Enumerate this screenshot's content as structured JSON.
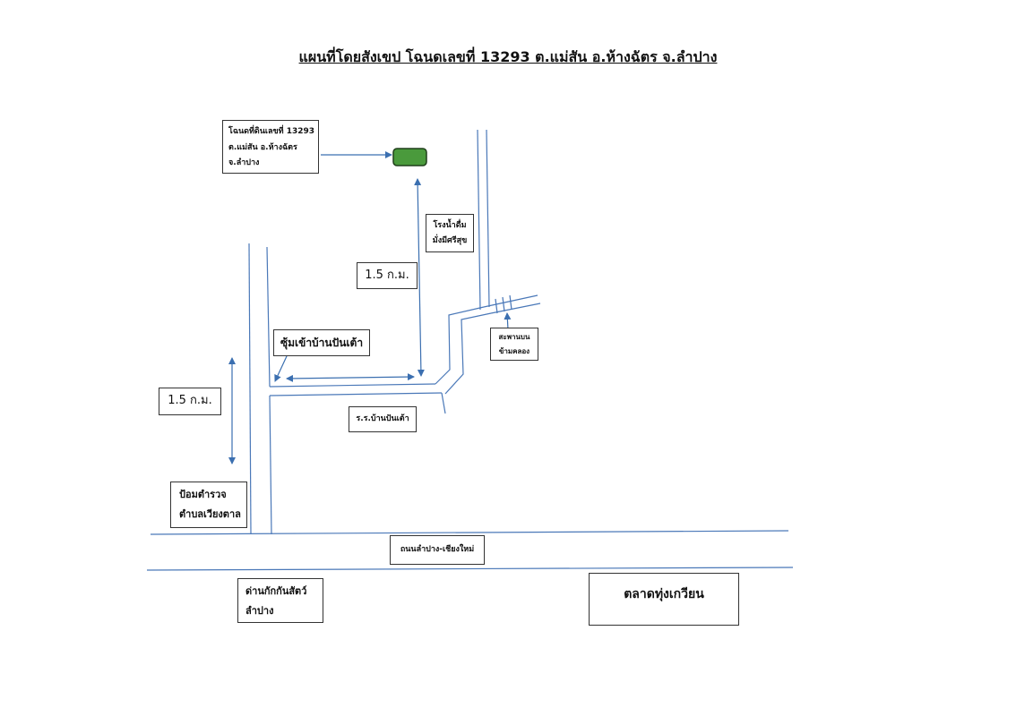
{
  "title": "แผนที่โดยสังเขป โฉนดเลขที่ 13293 ต.แม่สัน อ.ห้างฉัตร จ.ลำปาง",
  "colors": {
    "road": "#4a78b8",
    "arrow": "#3b6fb0",
    "parcel": "#4a9a3c",
    "box_border": "#333333"
  },
  "labels": {
    "deed": [
      "โฉนดที่ดินเลขที่ 13293",
      "ต.แม่สัน อ.ห้างฉัตร",
      "จ.ลำปาง"
    ],
    "water_plant": [
      "โรงน้ำดื่ม",
      "มั่งมีศรีสุข"
    ],
    "distance_top": "1.5 ก.ม.",
    "distance_left": "1.5 ก.ม.",
    "soi": "ซุ้มเข้าบ้านปันเต้า",
    "bridge": [
      "สะพานบน",
      "ข้ามคลอง"
    ],
    "school": "ร.ร.บ้านปันเต้า",
    "police": [
      "ป้อมตำรวจ",
      "ตำบลเวียงตาล"
    ],
    "main_road": "ถนนลำปาง-เชียงใหม่",
    "checkpoint": [
      "ด่านกักกันสัตว์",
      "ลำปาง"
    ],
    "market": "ตลาดทุ่งเกวียน"
  }
}
